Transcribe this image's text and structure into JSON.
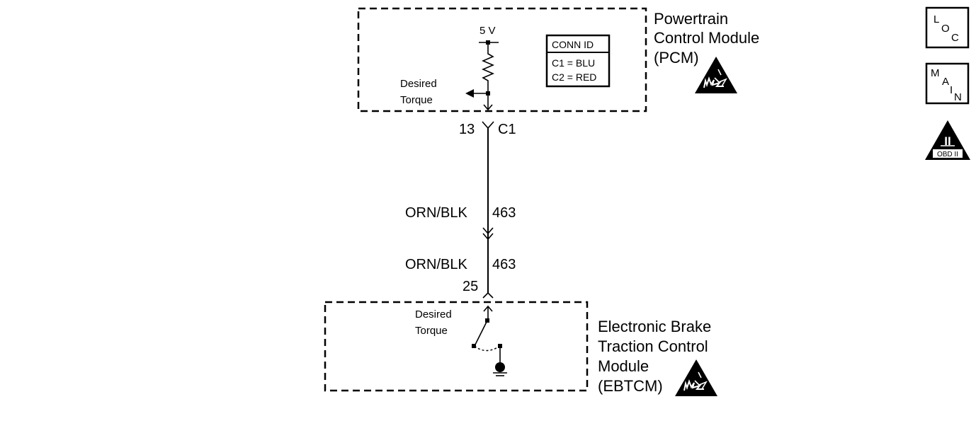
{
  "pcm": {
    "name_line1": "Powertrain",
    "name_line2": "Control Module",
    "name_line3": "(PCM)",
    "voltage": "5 V",
    "signal_line1": "Desired",
    "signal_line2": "Torque",
    "conn_id": {
      "title": "CONN ID",
      "row1": "C1 = BLU",
      "row2": "C2 = RED"
    },
    "pin": "13",
    "connector": "C1"
  },
  "wire": {
    "upper_color": "ORN/BLK",
    "upper_circuit": "463",
    "lower_color": "ORN/BLK",
    "lower_circuit": "463"
  },
  "ebtcm": {
    "name_line1": "Electronic Brake",
    "name_line2": "Traction Control",
    "name_line3": "Module",
    "name_line4": "(EBTCM)",
    "pin": "25",
    "signal_line1": "Desired",
    "signal_line2": "Torque"
  },
  "side_icons": {
    "loc": {
      "l": "L",
      "o": "O",
      "c": "C"
    },
    "main": {
      "m": "M",
      "a": "A",
      "i": "I",
      "n": "N"
    },
    "obd": {
      "symbol": "II",
      "label": "OBD II"
    }
  },
  "icons": [
    "esd-sensitive-icon",
    "loc-icon",
    "main-icon",
    "obd-ii-icon"
  ]
}
